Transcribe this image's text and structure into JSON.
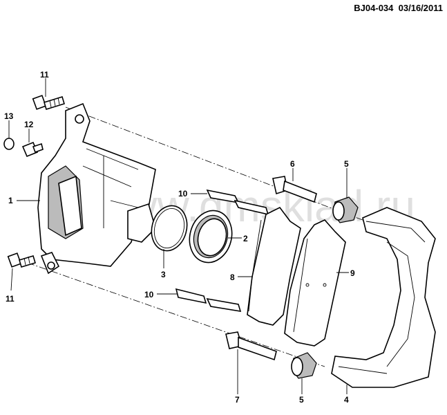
{
  "header": {
    "drawing_code": "BJ04-034",
    "date": "03/16/2011"
  },
  "watermark": "www.gmsklad.ru",
  "callouts": [
    {
      "number": "11",
      "part": "caliper-bolt-upper"
    },
    {
      "number": "13",
      "part": "bleeder-cap"
    },
    {
      "number": "12",
      "part": "bleeder-valve"
    },
    {
      "number": "1",
      "part": "caliper-housing"
    },
    {
      "number": "11",
      "part": "caliper-bolt-lower"
    },
    {
      "number": "10",
      "part": "pad-clip-upper"
    },
    {
      "number": "6",
      "part": "guide-pin-upper"
    },
    {
      "number": "5",
      "part": "guide-pin-boot-upper"
    },
    {
      "number": "2",
      "part": "piston-seal-boot"
    },
    {
      "number": "3",
      "part": "piston-seal"
    },
    {
      "number": "8",
      "part": "inner-brake-pad"
    },
    {
      "number": "9",
      "part": "outer-brake-pad"
    },
    {
      "number": "10",
      "part": "pad-clip-lower"
    },
    {
      "number": "7",
      "part": "guide-pin-lower"
    },
    {
      "number": "5",
      "part": "guide-pin-boot-lower"
    },
    {
      "number": "4",
      "part": "caliper-bracket"
    }
  ]
}
